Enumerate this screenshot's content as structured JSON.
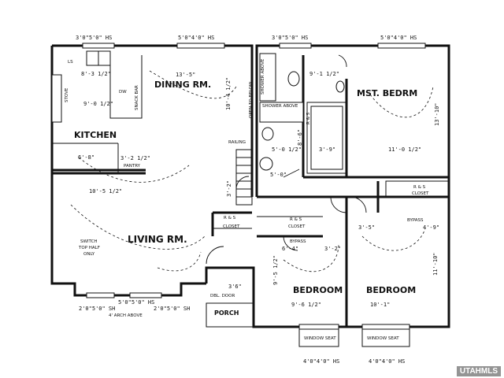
{
  "rooms": {
    "dining": "DINING RM.",
    "kitchen": "KITCHEN",
    "living": "LIVING RM.",
    "master": "MST. BEDRM",
    "bedroom_left": "BEDROOM",
    "bedroom_right": "BEDROOM",
    "porch": "PORCH",
    "pantry": "PANTRY"
  },
  "labels": {
    "closet_a": "CLOSET",
    "closet_b": "CLOSET",
    "closet_c": "CLOSET",
    "shower_left": "SHOWER ABOVE",
    "shower_mid": "SHOWER ABOVE",
    "open_below": "OPEN TO BELOW",
    "railing": "RAILING",
    "snack_bar": "SNACK BAR",
    "dw": "DW",
    "stove": "STOVE",
    "ls": "LS",
    "switch_line1": "SWITCH",
    "switch_line2": "TOP HALF",
    "switch_line3": "ONLY",
    "dbl_door": "DBL. DOOR",
    "window_seat_left": "WINDOW SEAT",
    "window_seat_right": "WINDOW SEAT",
    "bypass_a": "BYPASS",
    "bypass_b": "BYPASS",
    "arch_above": "4' ARCH ABOVE",
    "rs_a": "R & S",
    "rs_b": "R & S",
    "rs_c": "R & S",
    "rs_d": "R & S"
  },
  "dimensions": {
    "top_window_left": "3'0\"5'0\" HS",
    "top_window_mid": "5'0\"4'0\" HS",
    "top_window_bath": "3'0\"5'0\" HS",
    "top_window_master": "5'0\"4'0\" HS",
    "dining_width": "13'-5\"",
    "dining_depth": "10'-4 1/2\"",
    "kitchen_a": "8'-3 1/2\"",
    "kitchen_b": "9'-0 1/2\"",
    "kitchen_c": "6'-8\"",
    "pantry": "3'-2 1/2\"",
    "living_width": "10'-5 1/2\"",
    "bath_a": "9'-1 1/2\"",
    "bath_b": "5'-0 1/2\"",
    "bath_c": "3'-9\"",
    "bath_d": "8'-6\"",
    "bath_e": "5'-0\"",
    "master_a": "13'-10\"",
    "master_b": "11'-0 1/2\"",
    "stair": "3'-2\"",
    "bed_left_w": "9'-6 1/2\"",
    "bed_left_d": "9'-5 1/2\"",
    "bed_left_c": "6'-4\"",
    "bed_right_w": "10'-1\"",
    "bed_right_d": "11'-10\"",
    "bed_right_c": "4'-9\"",
    "closet_dim_a": "3'-5\"",
    "closet_dim_b": "3'-2\"",
    "bottom_left_a": "2'0\"5'0\" SH",
    "bottom_left_b": "5'0\"5'0\" HS",
    "bottom_left_c": "2'0\"5'0\" SH",
    "porch_a": "3'6\"",
    "bottom_right_a": "4'0\"4'0\" HS",
    "bottom_right_b": "4'0\"4'0\" HS"
  },
  "watermark": "UTAHMLS"
}
